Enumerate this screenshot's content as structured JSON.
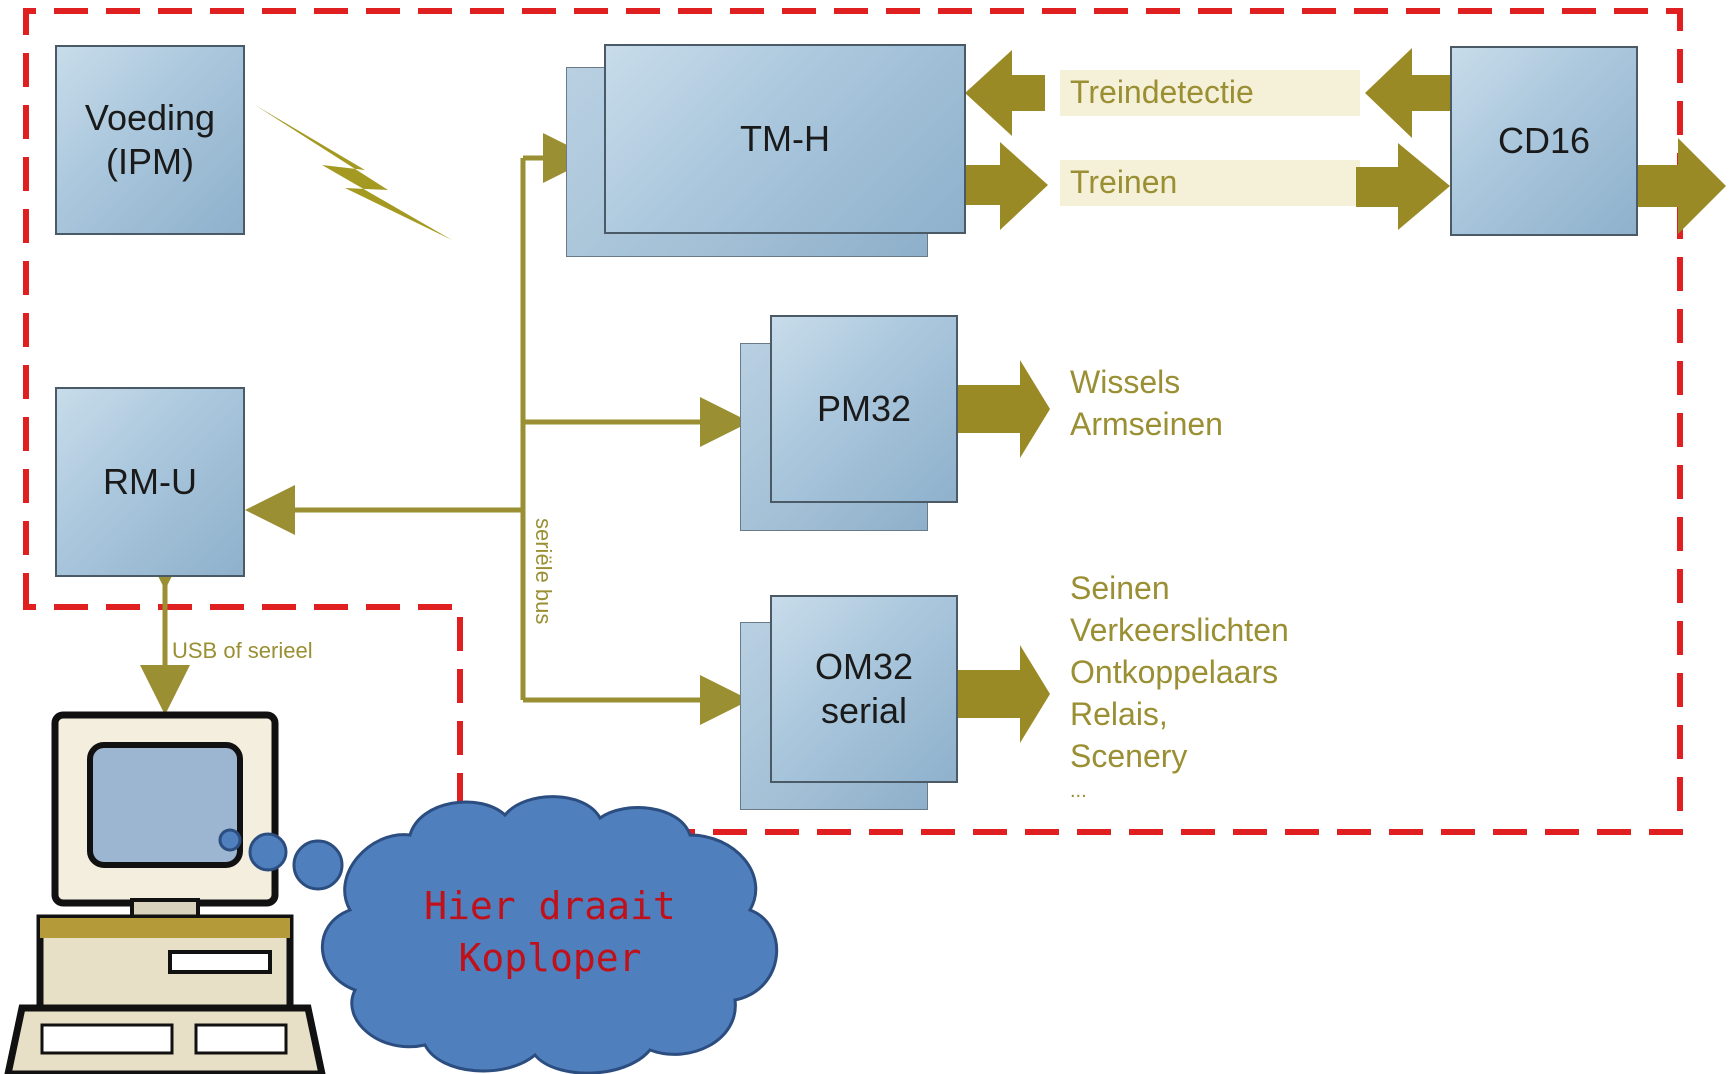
{
  "blocks": {
    "voeding": {
      "line1": "Voeding",
      "line2": "(IPM)"
    },
    "rmu": {
      "label": "RM-U"
    },
    "tmh": {
      "label": "TM-H"
    },
    "cd16": {
      "label": "CD16"
    },
    "pm32": {
      "label": "PM32"
    },
    "om32": {
      "line1": "OM32",
      "line2": "serial"
    }
  },
  "labels": {
    "treindetectie": "Treindetectie",
    "treinen": "Treinen",
    "bus": "seriële bus",
    "usb": "USB of serieel"
  },
  "pm32_outputs": [
    "Wissels",
    "Armseinen"
  ],
  "om32_outputs": [
    "Seinen",
    "Verkeerslichten",
    "Ontkoppelaars",
    "Relais,",
    "Scenery",
    "..."
  ],
  "cloud": {
    "line1": "Hier draait",
    "line2": "Koploper"
  },
  "colors": {
    "boundary": "#e02020",
    "connector": "#9a8f33",
    "arrow": "#9a8a25",
    "box_fill": "#a9c6dc",
    "cloud_fill": "#4f7fbc",
    "cloud_text": "#c0101a"
  },
  "icons": [
    "lightning-bolt-icon",
    "computer-icon",
    "thought-cloud-icon"
  ]
}
